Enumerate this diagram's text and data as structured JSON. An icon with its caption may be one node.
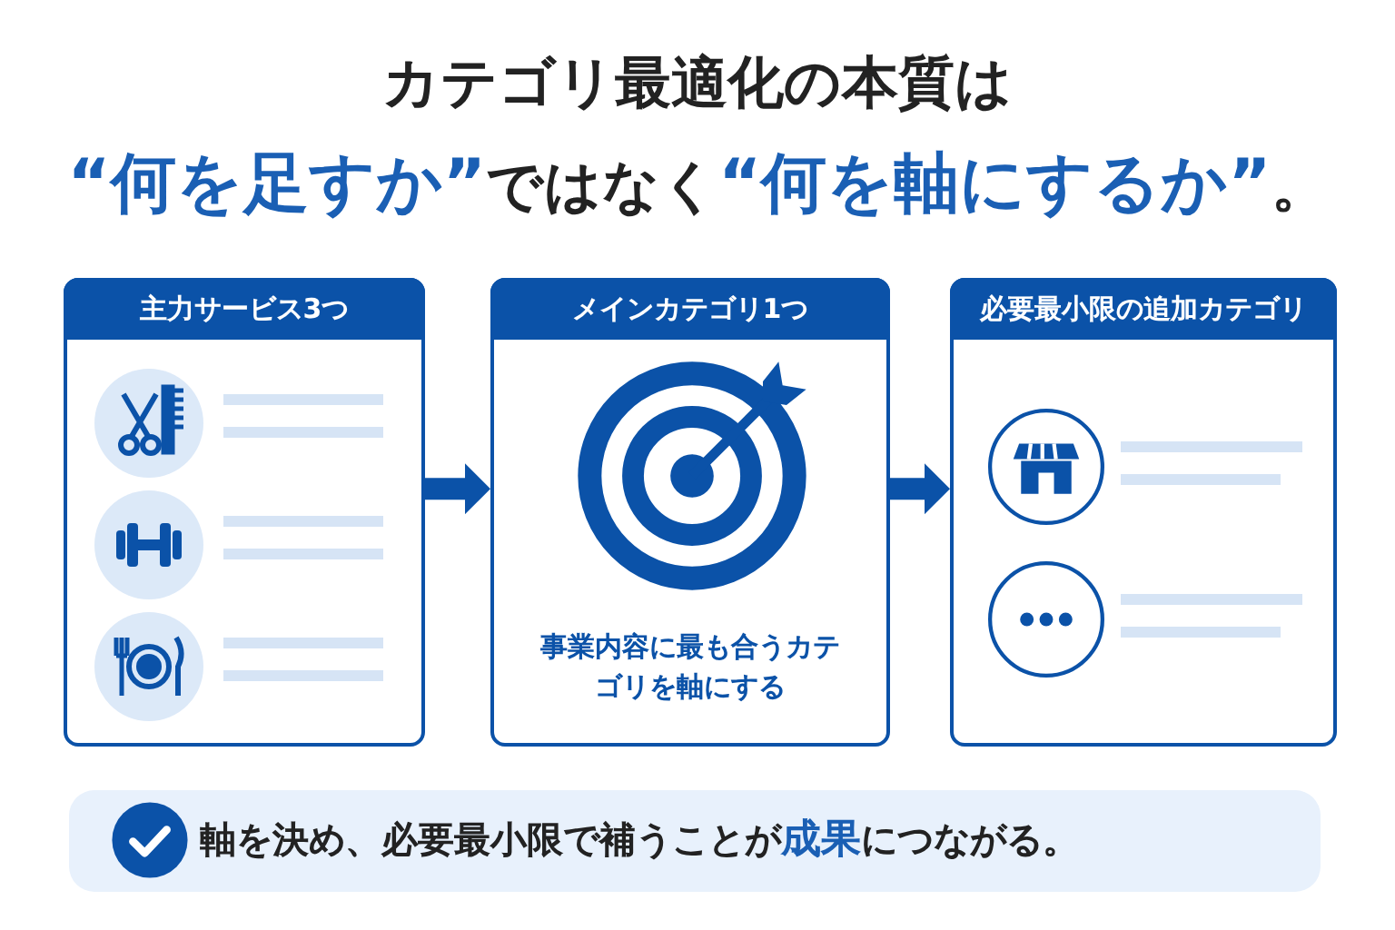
{
  "diagram": {
    "title": "カテゴリ最適化の本質は**“何を足すか”**ではなく**“何を軸にするか”**。",
    "nodes": [
      {
        "text": [
          "主力サービス3つ"
        ]
      },
      {
        "text": [
          "メインカテゴリ1つ",
          "事業内容に最も合うカテゴリを軸にする"
        ]
      },
      {
        "text": [
          "必要最小限の追加カテゴリ"
        ]
      },
      {
        "text": [
          "軸を決め、必要最小限で補うことが**成果**につながる。"
        ]
      }
    ],
    "edges": [
      {
        "from": 0,
        "to": 1,
        "arrow": "to"
      },
      {
        "from": 1,
        "to": 2,
        "arrow": "to"
      }
    ]
  }
}
